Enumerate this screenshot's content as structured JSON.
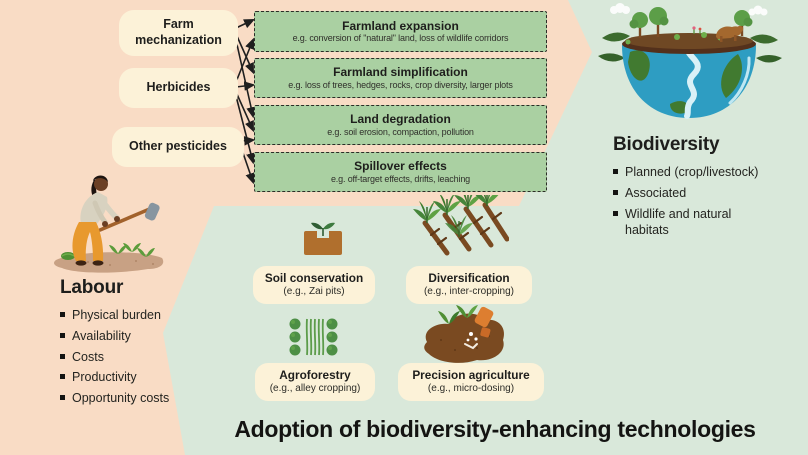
{
  "palette": {
    "peach_background": "#f9dcc5",
    "mint_background": "#d9e8da",
    "impact_box_green": "#aad0a2",
    "label_cream": "#fcf2d8",
    "text_dark": "#1e1e1c",
    "arrow_black": "#1f1f1f",
    "earth_water_blue": "#2e9dc2",
    "soil_brown": "#b06f2d"
  },
  "drivers": {
    "items": [
      {
        "label": "Farm mechanization"
      },
      {
        "label": "Herbicides"
      },
      {
        "label": "Other pesticides"
      }
    ]
  },
  "impacts": {
    "boxes": [
      {
        "title": "Farmland expansion",
        "subtitle": "e.g. conversion of \"natural\" land, loss of wildlife corridors"
      },
      {
        "title": "Farmland simplification",
        "subtitle": "e.g. loss of trees, hedges, rocks, crop diversity, larger plots"
      },
      {
        "title": "Land degradation",
        "subtitle": "e.g. soil erosion, compaction, pollution"
      },
      {
        "title": "Spillover effects",
        "subtitle": "e.g. off-target effects, drifts, leaching"
      }
    ]
  },
  "biodiversity": {
    "title": "Biodiversity",
    "items": [
      "Planned (crop/livestock)",
      "Associated",
      "Wildlife and natural habitats"
    ]
  },
  "labour": {
    "title": "Labour",
    "items": [
      "Physical burden",
      "Availability",
      "Costs",
      "Productivity",
      "Opportunity costs"
    ]
  },
  "technologies": {
    "items": [
      {
        "title": "Soil conservation",
        "subtitle": "(e.g., Zai pits)",
        "icon": "zai-pit-icon"
      },
      {
        "title": "Diversification",
        "subtitle": "(e.g., inter-cropping)",
        "icon": "inter-cropping-icon"
      },
      {
        "title": "Agroforestry",
        "subtitle": "(e.g., alley cropping)",
        "icon": "alley-cropping-icon"
      },
      {
        "title": "Precision agriculture",
        "subtitle": "(e.g., micro-dosing)",
        "icon": "micro-dosing-icon"
      }
    ]
  },
  "footer": {
    "title": "Adoption of biodiversity-enhancing technologies"
  }
}
